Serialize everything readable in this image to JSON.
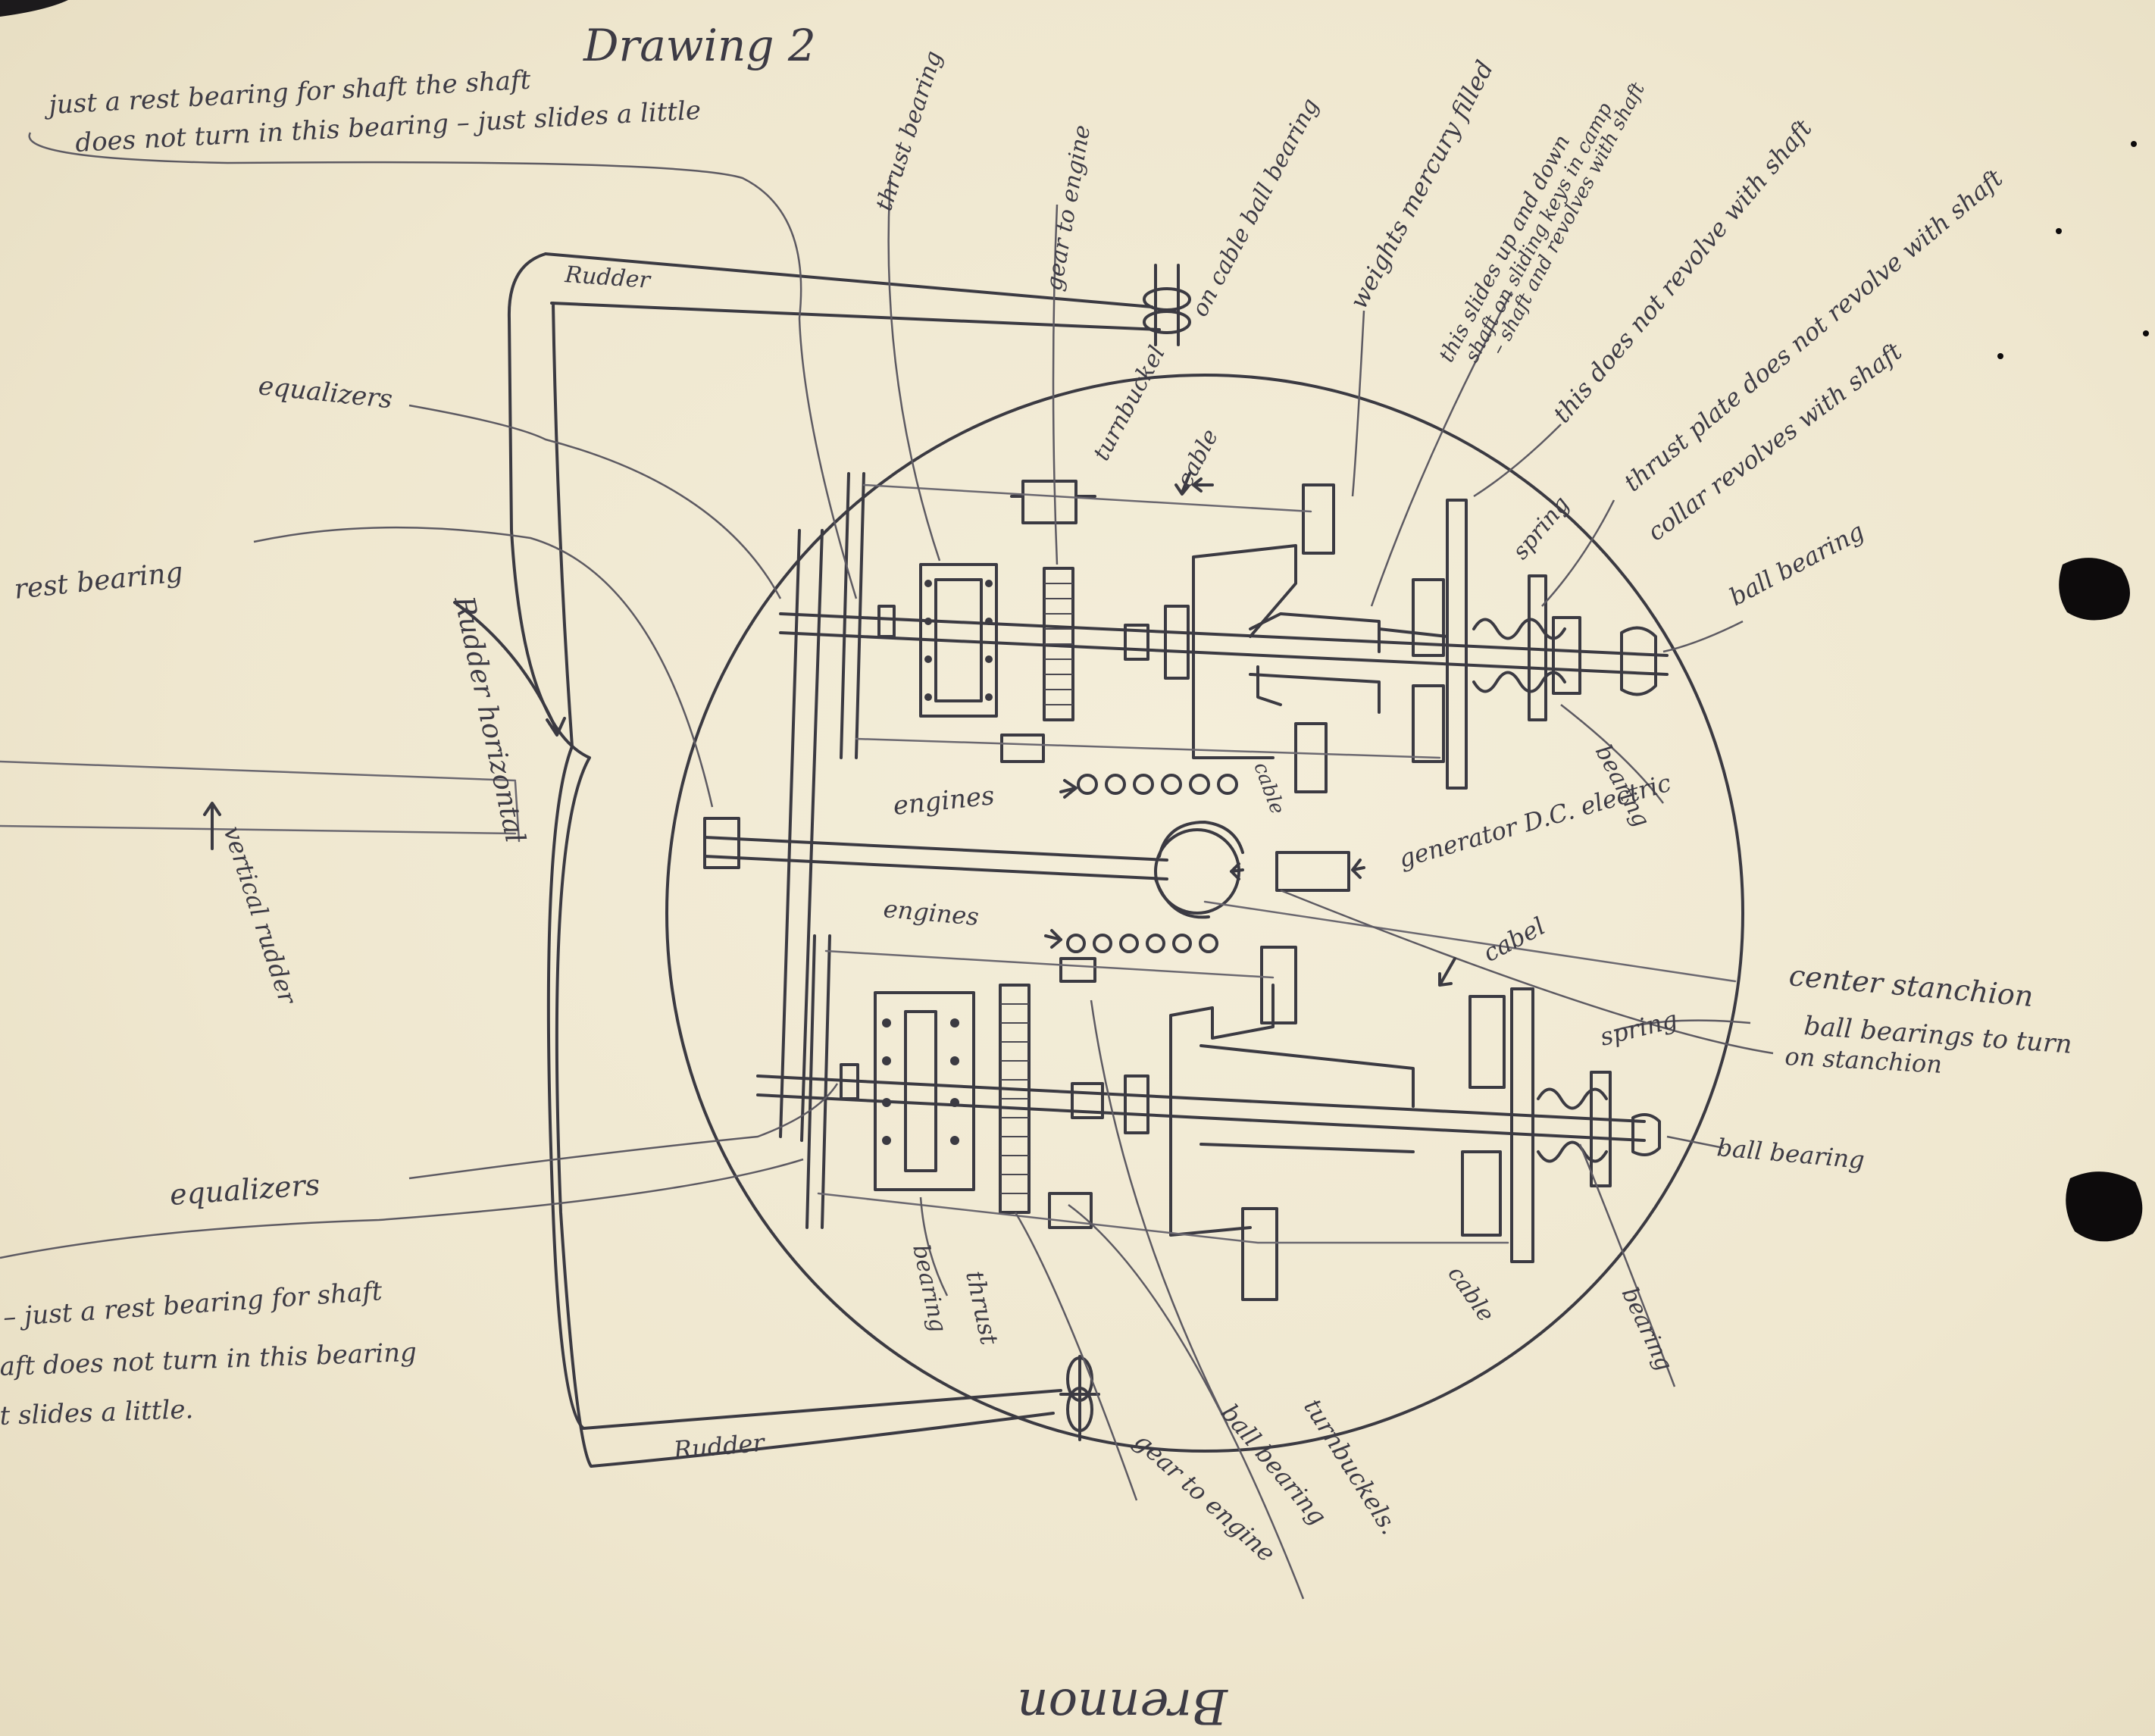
{
  "title": "Drawing 2",
  "labels": {
    "rest_bearing_top_1": "just a rest bearing for shaft the shaft",
    "rest_bearing_top_2": "does not turn in this bearing – just slides a little",
    "thrust_bearing_top": "thrust bearing",
    "gear_to_engine_top": "gear to engine",
    "turnbuckel": "turnbuckel",
    "cable_ball_bearing": "on cable ball bearing",
    "weights": "weights mercury filled",
    "slides_1": "this slides up and down",
    "slides_2": "shaft on sliding keys in camp",
    "slides_3": "– shaft and revolves with shaft",
    "not_revolve_1": "this does not revolve with shaft",
    "thrust_plate": "thrust plate does not revolve with shaft",
    "collar": "collar revolves with shaft",
    "spring_top": "spring",
    "ball_bearing_top": "ball bearing",
    "cable_top": "cable",
    "rudder_top": "Rudder",
    "equalizers_top": "equalizers",
    "rest_bearing_left": "rest bearing",
    "rudder_horizontal": "Rudder horizontal",
    "vertical_rudder": "vertical rudder",
    "engines_top": "engines",
    "engines_bottom": "engines",
    "cable_mid": "cable",
    "generator": "generator D.C. electric",
    "cabel": "cabel",
    "bearing_top": "bearing",
    "center_stanchion": "center stanchion",
    "ball_bearings_1": "ball bearings to turn",
    "ball_bearings_2": "on stanchion",
    "spring_bottom": "spring",
    "ball_bearing_bottom": "ball bearing",
    "equalizers_bottom": "equalizers",
    "rest_bearing_bottom_1": "– just a rest bearing for shaft",
    "rest_bearing_bottom_2": "aft does not turn in this bearing",
    "rest_bearing_bottom_3": "t slides a little.",
    "rudder_bottom": "Rudder",
    "bearing_lower_left": "bearing",
    "thrust_bottom": "thrust",
    "gear_to_engine_bottom": "gear to engine",
    "ball_bearing_lower": "ball bearing",
    "turnbuckels": "turnbuckels.",
    "cable_bottom": "cable",
    "bearing_bottom_right": "bearing",
    "signature": "Brennon"
  },
  "colors": {
    "paper": "#f1ead4",
    "ink": "#3b3a42",
    "pencil": "#6b6870",
    "punch_hole": "#0d0b0c"
  }
}
